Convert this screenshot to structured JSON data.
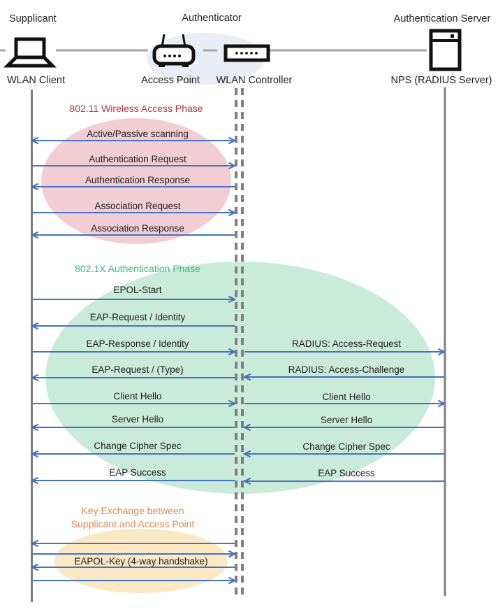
{
  "actors": {
    "supplicant": {
      "role": "Supplicant",
      "device": "WLAN Client"
    },
    "authenticator": {
      "role": "Authenticator",
      "access_point": "Access Point",
      "wlan_controller": "WLAN Controller"
    },
    "authentication_server": {
      "role": "Authentication Server",
      "device": "NPS (RADIUS Server)"
    }
  },
  "phases": {
    "wireless_access": {
      "title": "802.11 Wireless Access Phase",
      "title_color": "#B8343A",
      "ellipse_color": "#F2CDD1",
      "messages": [
        {
          "label": "Active/Passive scanning",
          "direction": "both"
        },
        {
          "label": "Authentication Request",
          "direction": "right"
        },
        {
          "label": "Authentication Response",
          "direction": "left"
        },
        {
          "label": "Association Request",
          "direction": "right"
        },
        {
          "label": "Association Response",
          "direction": "left"
        }
      ]
    },
    "authentication": {
      "title": "802.1X Authentication Phase",
      "title_color": "#3BBA77",
      "ellipse_color": "#CBEBDA",
      "client_messages": [
        {
          "label": "EPOL-Start",
          "direction": "right"
        },
        {
          "label": "EAP-Request / Identity",
          "direction": "left"
        },
        {
          "label": "EAP-Response / Identity",
          "direction": "right"
        },
        {
          "label": "EAP-Request / (Type)",
          "direction": "left"
        },
        {
          "label": "Client Hello",
          "direction": "right"
        },
        {
          "label": "Server Hello",
          "direction": "left"
        },
        {
          "label": "Change Cipher Spec",
          "direction": "left"
        },
        {
          "label": "EAP Success",
          "direction": "left"
        }
      ],
      "server_messages": [
        {
          "label": "RADIUS: Access-Request",
          "direction": "right"
        },
        {
          "label": "RADIUS: Access-Challenge",
          "direction": "left"
        },
        {
          "label": "Client Hello",
          "direction": "right"
        },
        {
          "label": "Server Hello",
          "direction": "left"
        },
        {
          "label": "Change Cipher Spec",
          "direction": "left"
        },
        {
          "label": "EAP Success",
          "direction": "left"
        }
      ]
    },
    "key_exchange": {
      "title_line1": "Key Exchange between",
      "title_line2": "Supplicant and Access Point",
      "title_color": "#E08A4E",
      "ellipse_color": "#FBE8C4",
      "label": "EAPOL-Key (4-way handshake)",
      "arrow_directions": [
        "left",
        "right",
        "left",
        "right"
      ]
    }
  },
  "colors": {
    "arrow": "#4472C4",
    "lifeline": "#7F7F7F",
    "connector": "#A6A6A6",
    "authenticator_ellipse": "#E9EDF6"
  }
}
